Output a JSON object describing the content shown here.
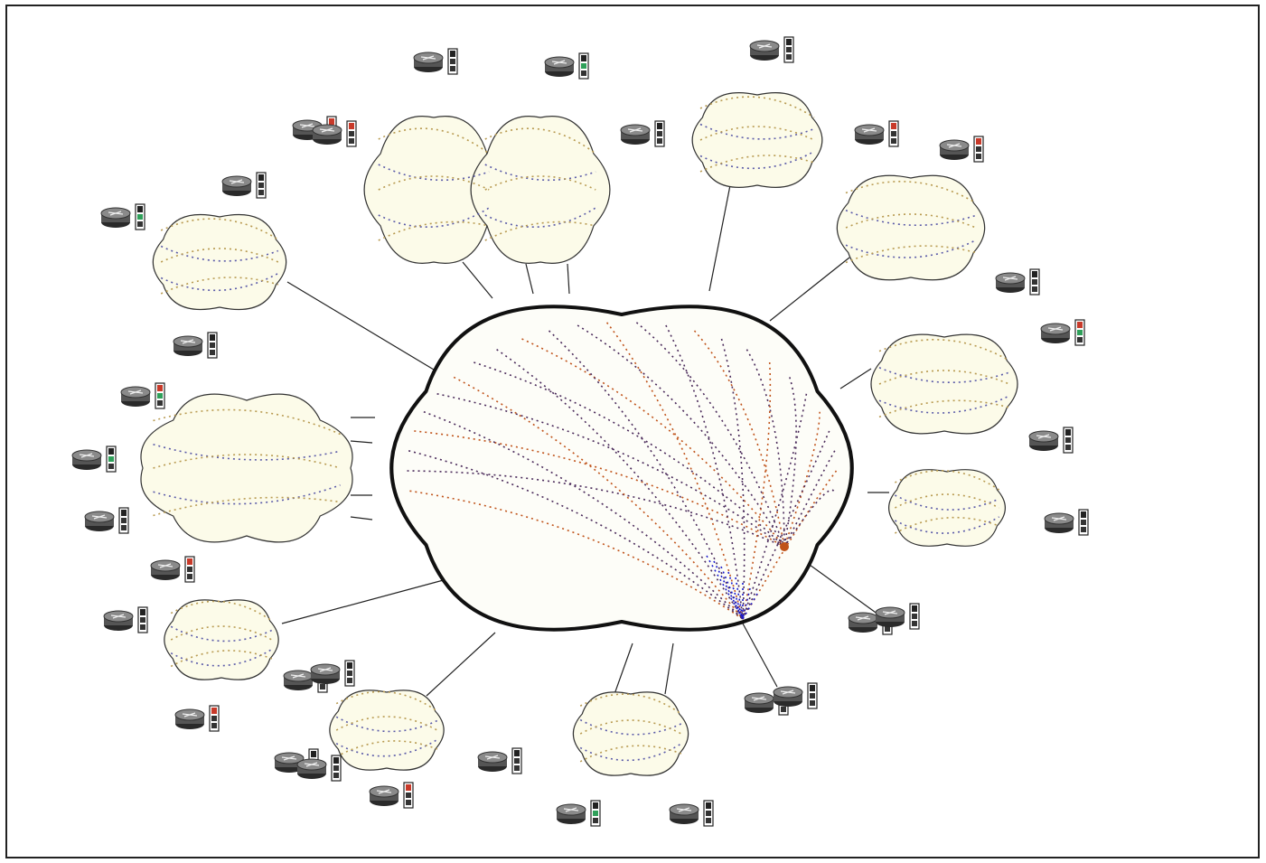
{
  "diagram": {
    "colors": {
      "core_dots": "#4a2a5a",
      "sub_dots_a": "#5a5aa8",
      "sub_dots_b": "#b89a50",
      "hotspot_blue": "#1a1acc",
      "hotspot_orange": "#c0531a",
      "led_red": "#c83a2a",
      "led_green": "#2fa05a",
      "router_body": "#4a4a4a"
    },
    "nodes": {
      "core": {
        "type": "network-cloud"
      },
      "sub_clouds": [
        {
          "id": "top-left"
        },
        {
          "id": "top-center-left"
        },
        {
          "id": "top-center-right"
        },
        {
          "id": "top-right"
        },
        {
          "id": "right-upper"
        },
        {
          "id": "right-middle"
        },
        {
          "id": "right-lower"
        },
        {
          "id": "left-large"
        },
        {
          "id": "left-lower"
        },
        {
          "id": "bottom-left"
        },
        {
          "id": "bottom-center"
        }
      ],
      "device_icon": "router-icon",
      "status_icon": "status-indicator-icon"
    }
  }
}
